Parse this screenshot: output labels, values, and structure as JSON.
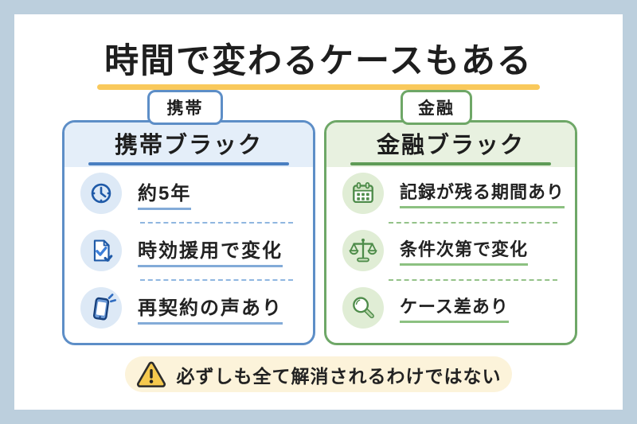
{
  "title": "時間で変わるケースもある",
  "cards": [
    {
      "tab": "携帯",
      "header": "携帯ブラック",
      "items": [
        {
          "icon": "clock-icon",
          "text": "約5年"
        },
        {
          "icon": "document-check-icon",
          "text": "時効援用で変化"
        },
        {
          "icon": "smartphone-icon",
          "text": "再契約の声あり"
        }
      ]
    },
    {
      "tab": "金融",
      "header": "金融ブラック",
      "items": [
        {
          "icon": "calendar-icon",
          "text": "記録が残る期間あり"
        },
        {
          "icon": "scale-icon",
          "text": "条件次第で変化"
        },
        {
          "icon": "magnifier-icon",
          "text": "ケース差あり"
        }
      ]
    }
  ],
  "footer": {
    "icon": "warning-icon",
    "text": "必ずしも全て解消されるわけではない"
  },
  "colors": {
    "frame": "#bccfdd",
    "canvas": "#ffffff",
    "ink": "#1e1e1e",
    "title_underline": "#f9c95c",
    "blue_border": "#5d8ec7",
    "blue_dark": "#1f5aa8",
    "blue_header_bg": "#e4eef9",
    "blue_header_line": "#4a7fc1",
    "blue_icon_bg": "#dde9f6",
    "blue_text_underline": "#83abd8",
    "blue_dash": "#8fb6e0",
    "green_border": "#6ea767",
    "green_dark": "#4e8c4a",
    "green_header_bg": "#e8f1e0",
    "green_header_line": "#5f9b57",
    "green_icon_bg": "#e0edd5",
    "green_text_underline": "#8cc181",
    "green_dash": "#94c289",
    "banner_bg": "#fcf3da",
    "warning_fill": "#f5c94e"
  }
}
